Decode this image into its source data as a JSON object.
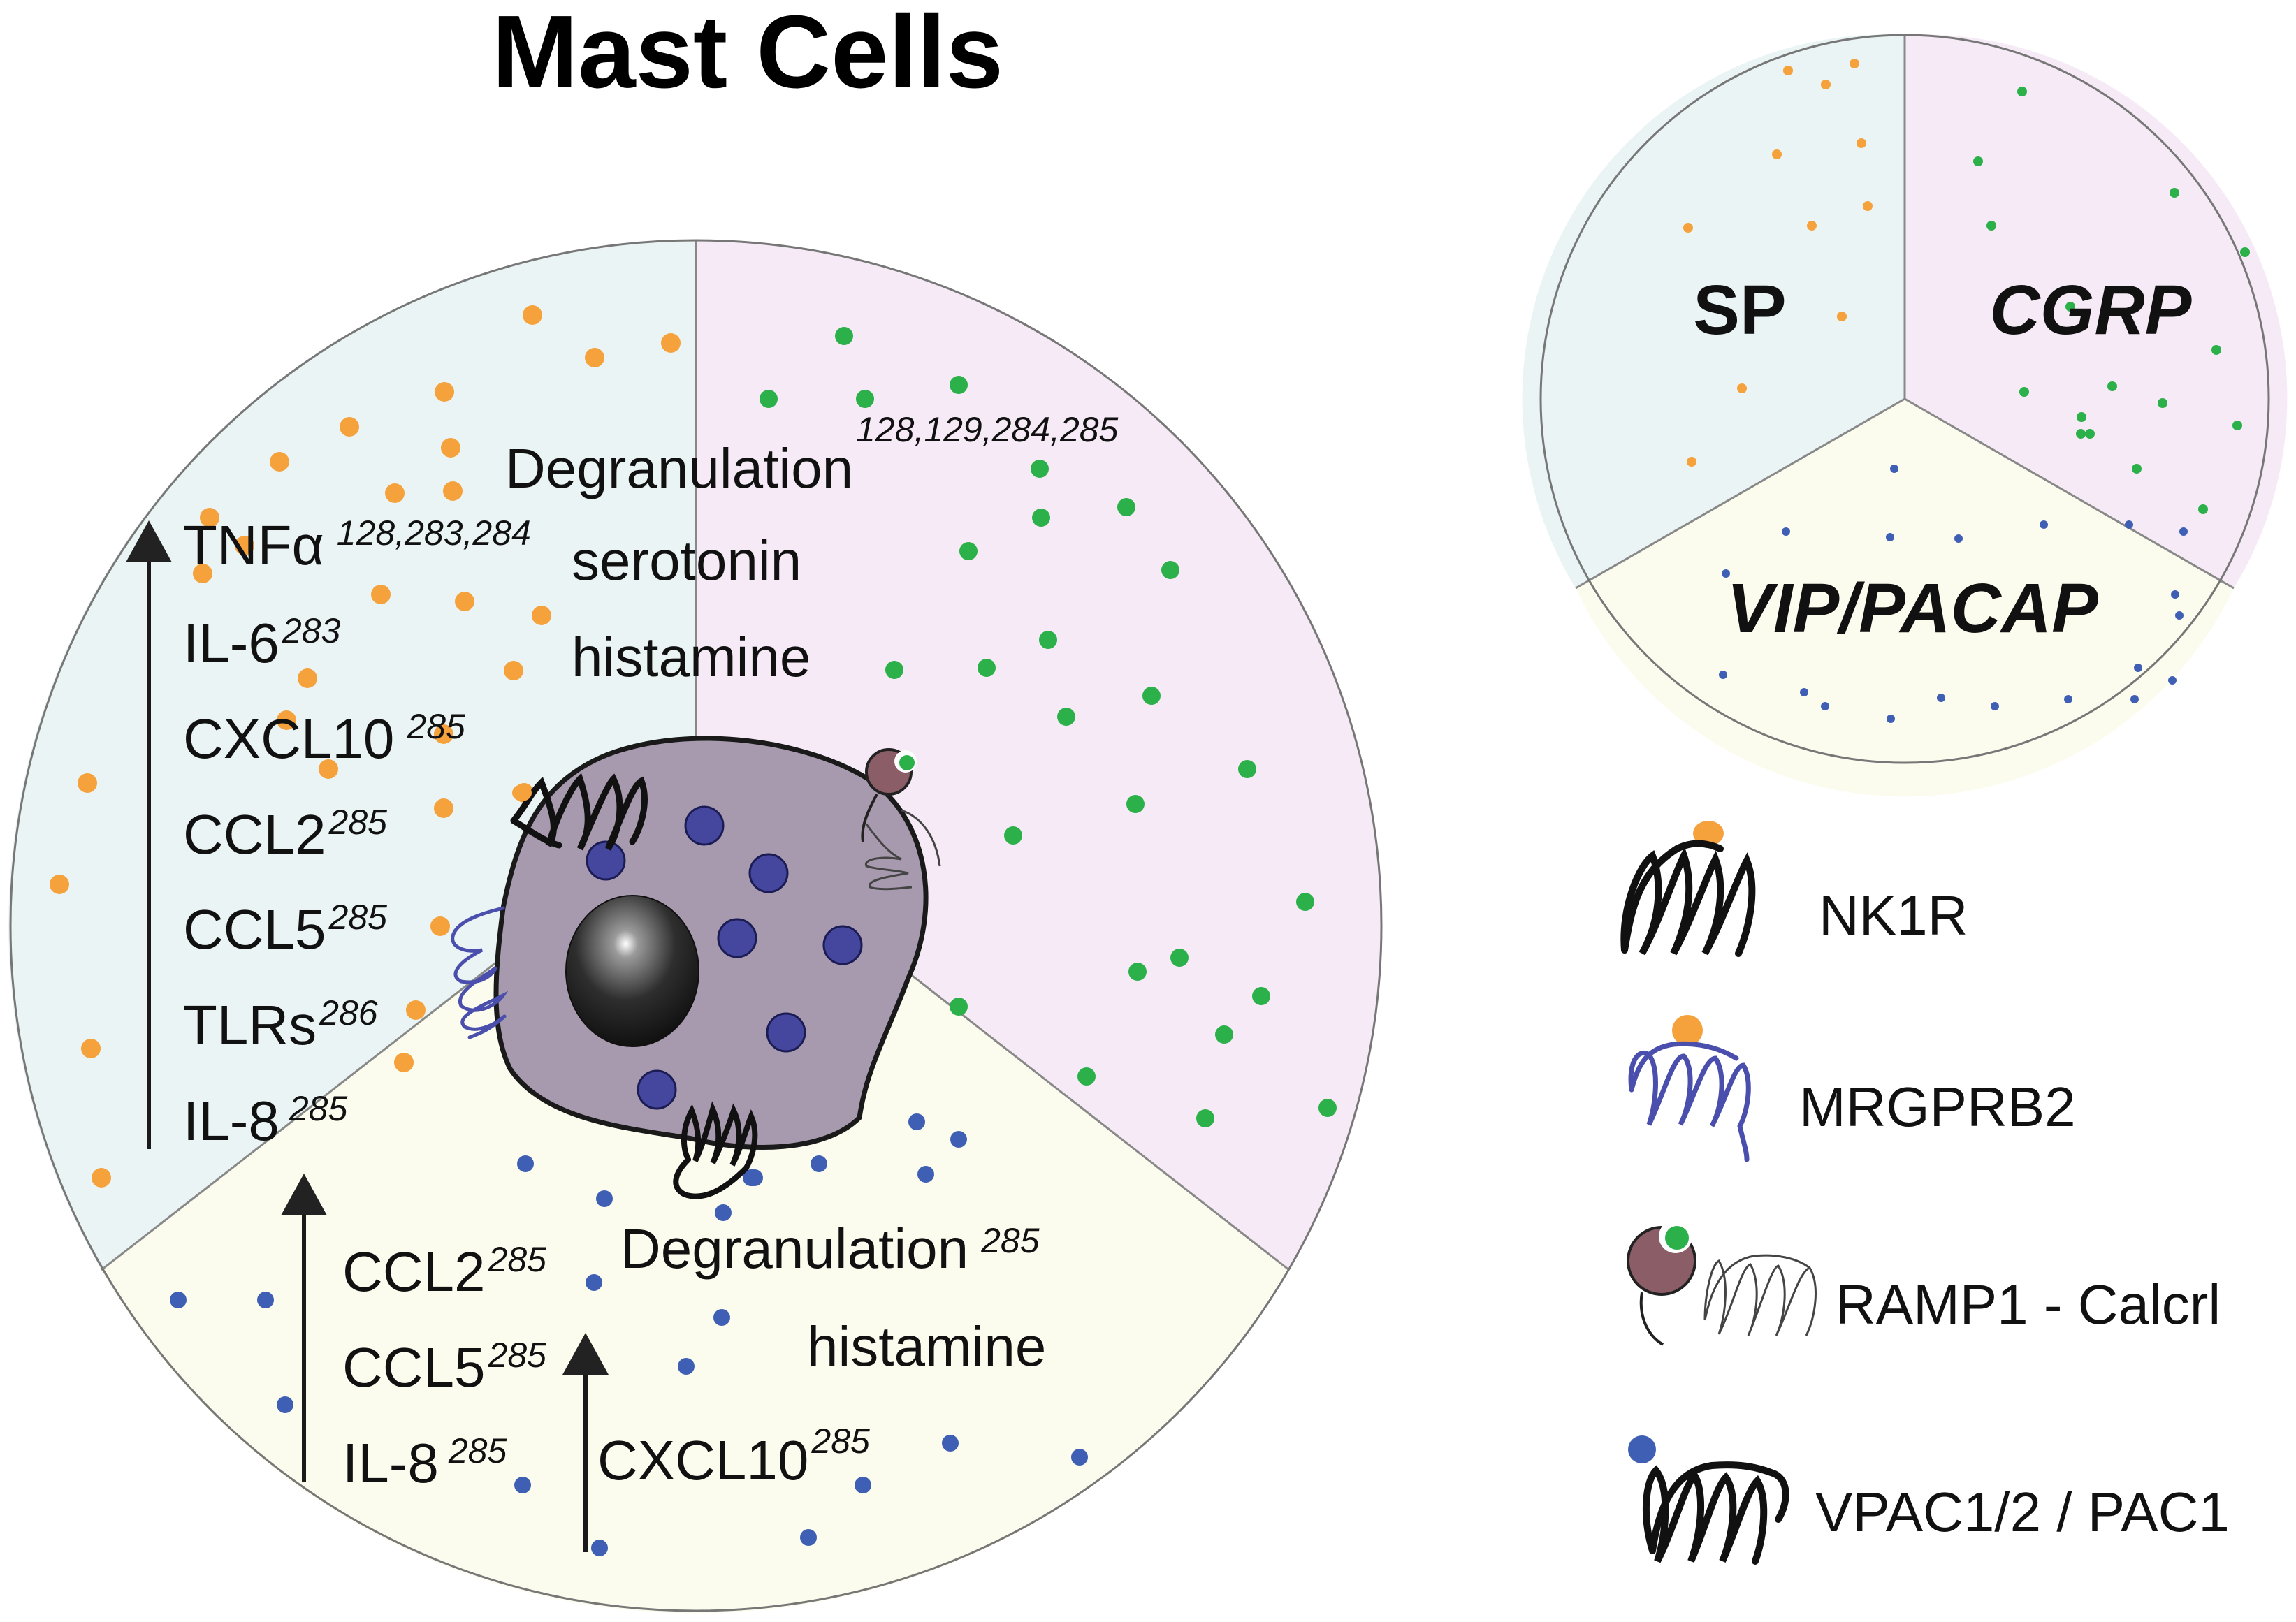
{
  "title": "Mast Cells",
  "colors": {
    "sp_region": "#eaf4f4",
    "cgrp_region": "#f5eaf5",
    "vip_region": "#fcfcee",
    "orange_dot": "#f5a13c",
    "green_dot": "#2bb04a",
    "blue_dot": "#3f5fb5",
    "cell_body": "#a89aae",
    "granule": "#44479d",
    "outline": "#777777"
  },
  "sp_region": {
    "up_label": "↑",
    "items": [
      {
        "name": "TNFα",
        "ref": "128,283,284"
      },
      {
        "name": "IL-6",
        "ref": "283"
      },
      {
        "name": "CXCL10",
        "ref": "285"
      },
      {
        "name": "CCL2",
        "ref": "285"
      },
      {
        "name": "CCL5",
        "ref": "285"
      },
      {
        "name": "TLRs",
        "ref": "286"
      },
      {
        "name": "IL-8",
        "ref": "285"
      }
    ]
  },
  "cgrp_region": {
    "ref": "128,129,284,285",
    "degranulation": "Degranulation",
    "serotonin": "serotonin",
    "histamine": "histamine"
  },
  "vip_region": {
    "items": [
      {
        "name": "CCL2",
        "ref": "285"
      },
      {
        "name": "CCL5",
        "ref": "285"
      },
      {
        "name": "IL-8",
        "ref": "285"
      }
    ],
    "degranulation": "Degranulation",
    "degranulation_ref": "285",
    "histamine": "histamine",
    "cxcl10": "CXCL10",
    "cxcl10_ref": "285"
  },
  "key_circle": {
    "sp": "SP",
    "cgrp": "CGRP",
    "vip": "VIP/PACAP"
  },
  "legend": [
    {
      "icon": "nk1r-receptor-icon",
      "label": "NK1R"
    },
    {
      "icon": "mrgprb2-receptor-icon",
      "label": "MRGPRB2"
    },
    {
      "icon": "ramp1-calcrl-receptor-icon",
      "label": "RAMP1 - Calcrl"
    },
    {
      "icon": "vpac-pac1-receptor-icon",
      "label": "VPAC1/2 / PAC1"
    }
  ]
}
